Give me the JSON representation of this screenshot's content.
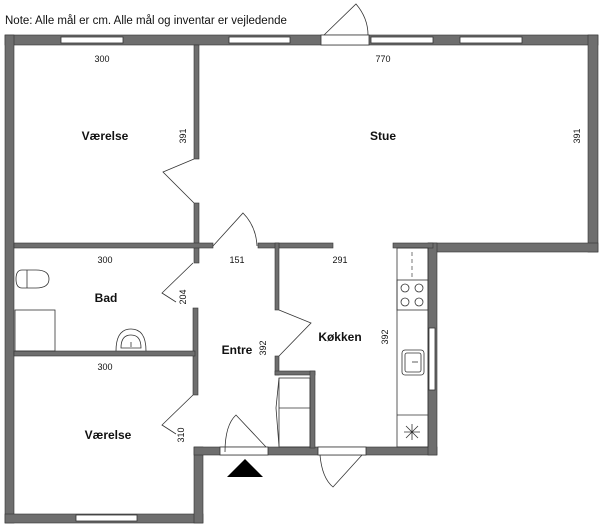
{
  "note": "Note: Alle mål er cm. Alle mål og inventar er vejledende",
  "rooms": {
    "vaerelse_top": {
      "label": "Værelse",
      "width": "300",
      "depth": "391"
    },
    "stue": {
      "label": "Stue",
      "width": "770",
      "depth": "391"
    },
    "bad": {
      "label": "Bad",
      "width": "300",
      "depth": "204"
    },
    "entre": {
      "label": "Entre",
      "width": "151",
      "depth": "392"
    },
    "koekken": {
      "label": "Køkken",
      "width": "291",
      "depth": "392"
    },
    "vaerelse_bottom": {
      "label": "Værelse",
      "width": "300",
      "depth": "310"
    }
  },
  "colors": {
    "wall": "#6e6e6e",
    "line": "#333333"
  }
}
